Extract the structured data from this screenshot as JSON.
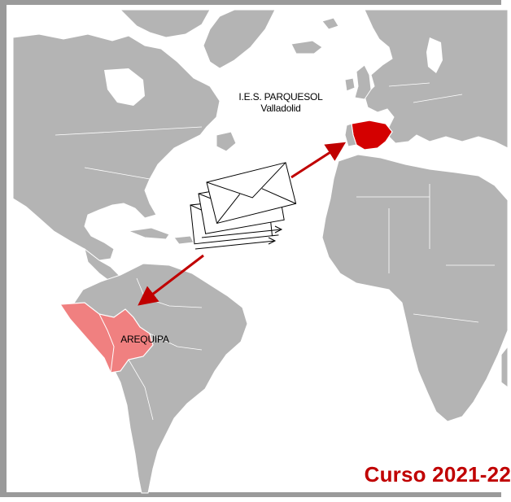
{
  "labels": {
    "school_name": "I.E.S. PARQUESOL",
    "school_city": "Valladolid",
    "partner_region": "AREQUIPA",
    "course": "Curso 2021-22"
  },
  "icons": {
    "envelopes": "envelope-stack-icon",
    "arrows": "double-headed-arrow-icon"
  },
  "colors": {
    "ocean": "#ffffff",
    "land": "#b4b4b4",
    "border": "#ffffff",
    "spain_highlight": "#d40000",
    "peru_bolivia_highlight": "#f08080",
    "arrow": "#c00000",
    "course_text": "#c00000",
    "frame": "#9a9a9a"
  }
}
